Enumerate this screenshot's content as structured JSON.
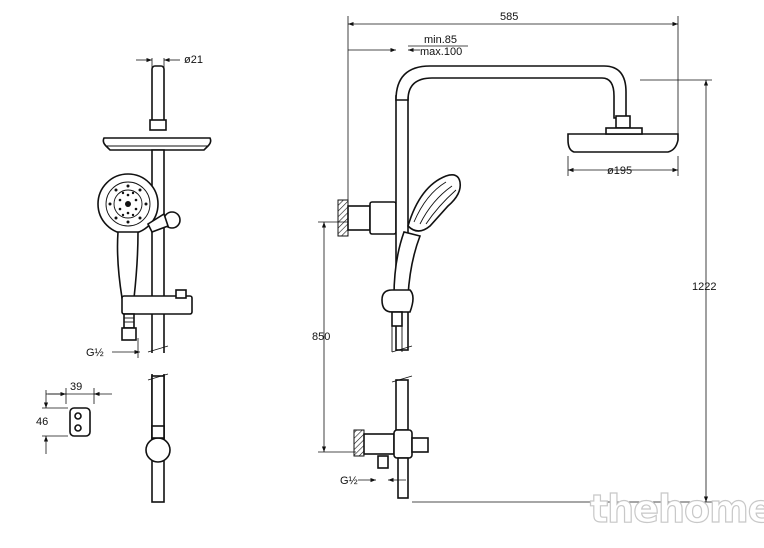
{
  "dimensions": {
    "pipe_diameter": "ø21",
    "width_total": "585",
    "arm_min": "min.85",
    "arm_max": "max.100",
    "head_diameter": "ø195",
    "height_total": "1222",
    "slider_height": "850",
    "thread_left": "G½",
    "thread_right": "G½",
    "holder_width": "39",
    "holder_height": "46"
  },
  "watermark": "thehome"
}
